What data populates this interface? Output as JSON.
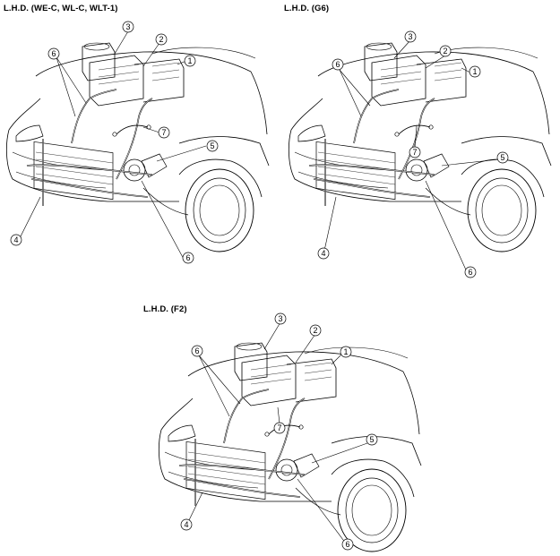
{
  "titles": {
    "lhd_wec": "L.H.D. (WE-C, WL-C, WLT-1)",
    "lhd_g6": "L.H.D. (G6)",
    "lhd_f2": "L.H.D. (F2)"
  },
  "callouts": [
    "1",
    "2",
    "3",
    "4",
    "5",
    "6",
    "7"
  ],
  "colors": {
    "line": "#000000",
    "background": "#ffffff"
  }
}
